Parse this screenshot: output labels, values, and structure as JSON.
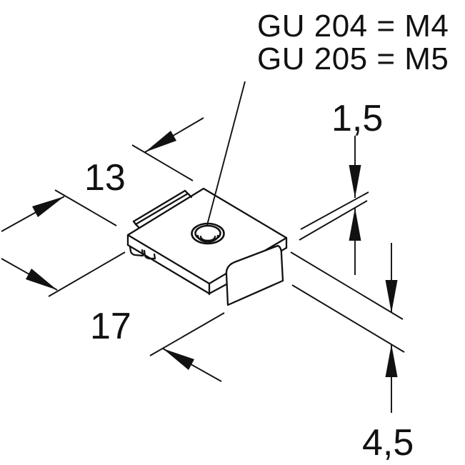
{
  "figure": {
    "part_labels": [
      "GU 204 = M4",
      "GU 205 = M5"
    ],
    "dimensions": {
      "plate_width": "13",
      "overall_length": "17",
      "material_thickness": "1,5",
      "clip_gap": "4,5"
    },
    "colors": {
      "line": "#111111",
      "background": "#ffffff"
    }
  }
}
